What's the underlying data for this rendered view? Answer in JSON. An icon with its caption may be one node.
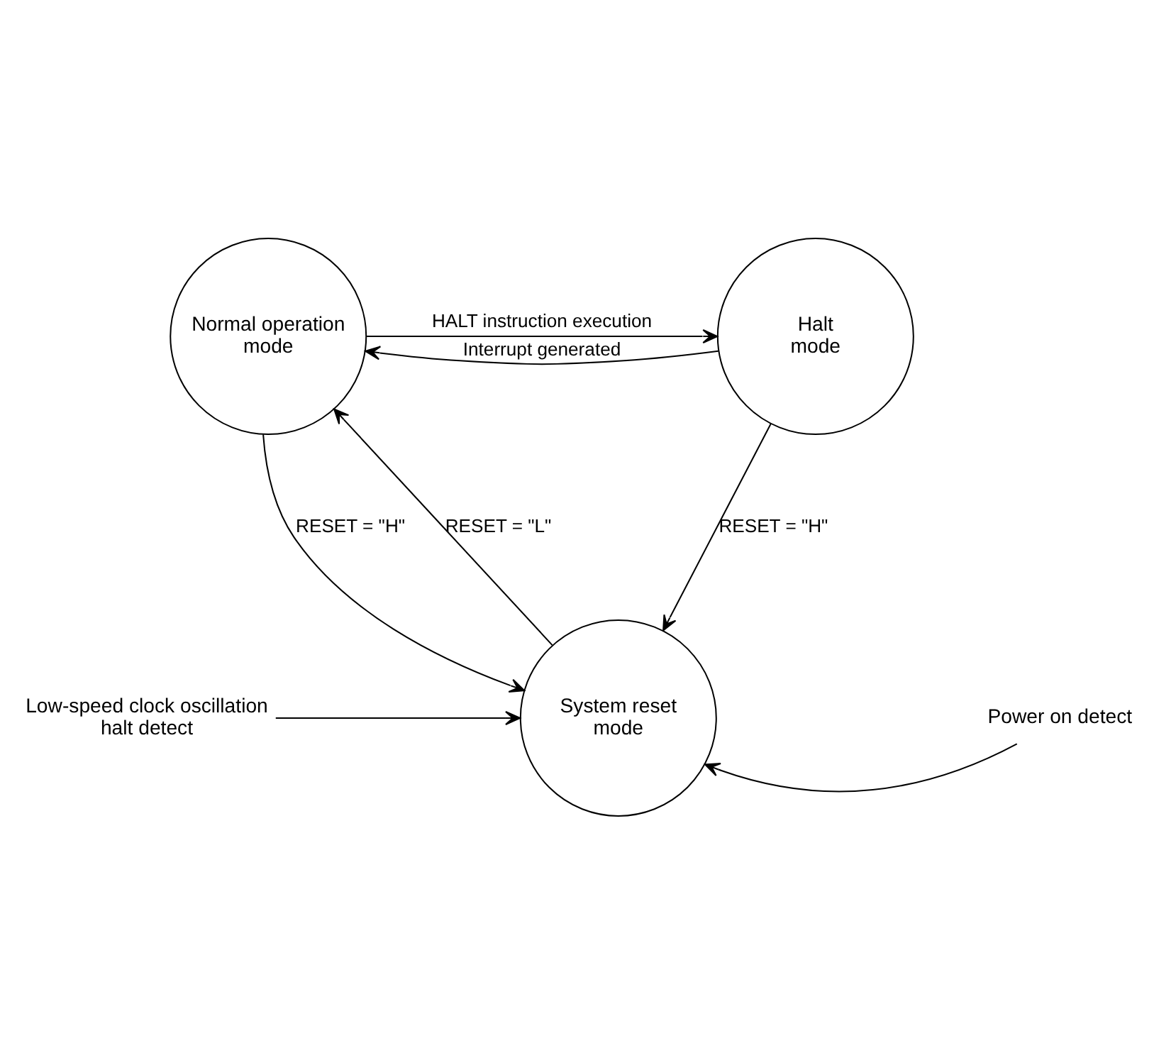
{
  "diagram": {
    "nodes": [
      {
        "text": [
          "Normal operation mode"
        ]
      },
      {
        "text": [
          "Halt mode"
        ]
      },
      {
        "text": [
          "System reset mode"
        ]
      },
      {
        "text": [
          "Power on detect"
        ]
      },
      {
        "text": [
          "Low-speed clock oscillation halt detect"
        ]
      }
    ],
    "edges": [
      {
        "from": 0,
        "to": 1,
        "arrow": "to",
        "label": "HALT instruction execution"
      },
      {
        "from": 1,
        "to": 0,
        "arrow": "to",
        "label": "Interrupt generated"
      },
      {
        "from": 0,
        "to": 2,
        "arrow": "to",
        "label": "RESET = \"H\""
      },
      {
        "from": 1,
        "to": 2,
        "arrow": "to",
        "label": "RESET = \"H\""
      },
      {
        "from": 2,
        "to": 0,
        "arrow": "to",
        "label": "RESET = \"L\""
      },
      {
        "from": 3,
        "to": 2,
        "arrow": "to"
      },
      {
        "from": 4,
        "to": 2,
        "arrow": "to"
      }
    ]
  }
}
